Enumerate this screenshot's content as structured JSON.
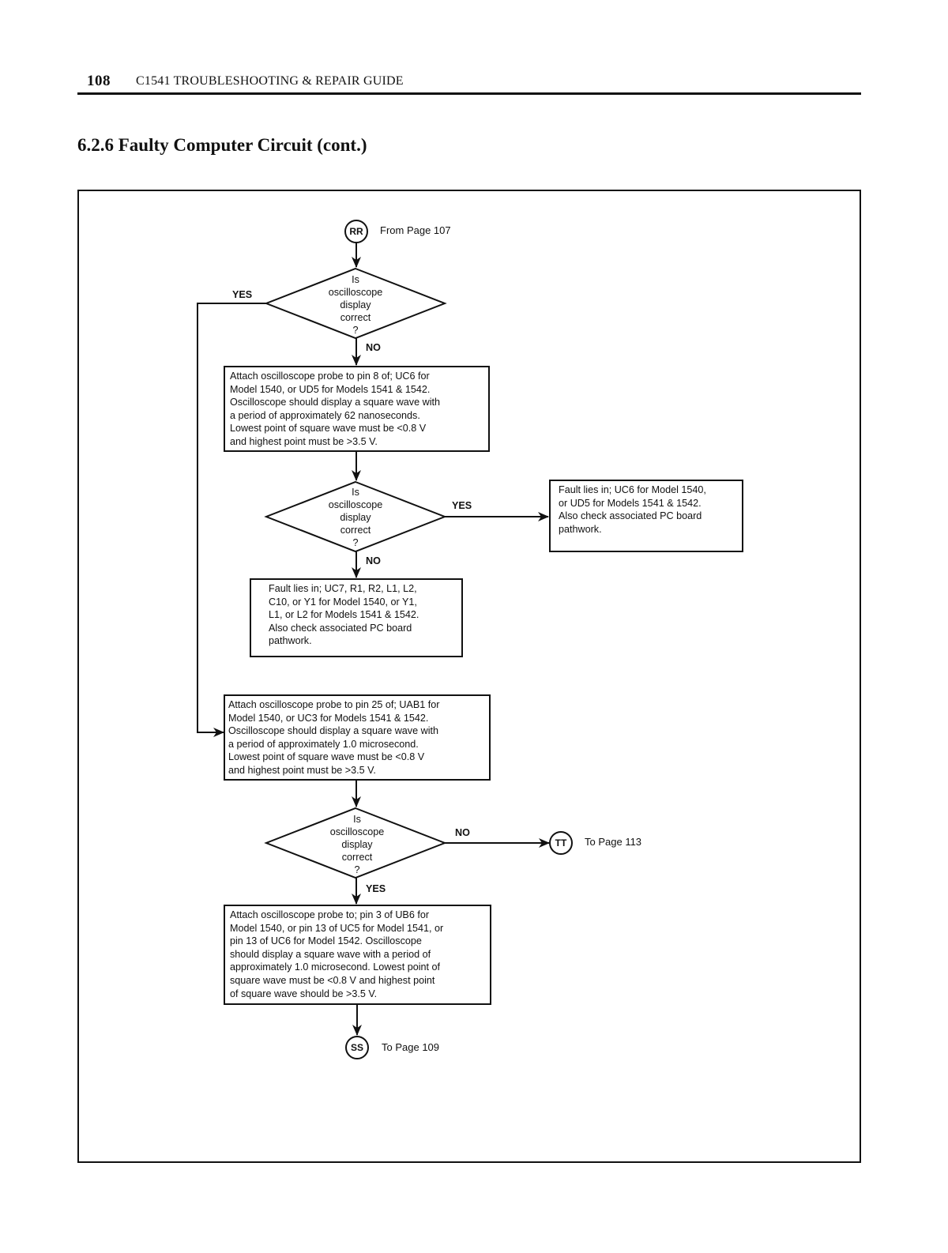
{
  "header": {
    "page_number": "108",
    "book_title": "C1541 TROUBLESHOOTING & REPAIR GUIDE"
  },
  "section_title": "6.2.6  Faulty Computer Circuit (cont.)",
  "connectors": {
    "start": {
      "label": "RR",
      "text": "From Page 107"
    },
    "to_page_113": {
      "label": "TT",
      "text": "To Page 113"
    },
    "to_page_109": {
      "label": "SS",
      "text": "To Page 109"
    }
  },
  "decisions": {
    "d1": "Is\noscilloscope\ndisplay\ncorrect\n?",
    "d2": "Is\noscilloscope\ndisplay\ncorrect\n?",
    "d3": "Is\noscilloscope\ndisplay\ncorrect\n?"
  },
  "edge_labels": {
    "d1_yes": "YES",
    "d1_no": "NO",
    "d2_yes": "YES",
    "d2_no": "NO",
    "d3_no": "NO",
    "d3_yes": "YES"
  },
  "steps": {
    "step1": "Attach oscilloscope probe to pin 8 of; UC6 for\nModel 1540, or UD5 for Models 1541 & 1542.\nOscilloscope should display a square wave with\na period of approximately 62 nanoseconds.\nLowest point of square wave must be <0.8 V\nand highest point must be >3.5 V.",
    "fault_uc6": "Fault lies in; UC6 for Model 1540,\nor UD5 for Models 1541 & 1542.\nAlso check associated PC board\npathwork.",
    "fault_uc7": "Fault lies in; UC7, R1, R2, L1, L2,\nC10, or Y1 for Model 1540, or Y1,\nL1, or L2 for Models 1541 & 1542.\nAlso check associated PC board\npathwork.",
    "step2": "Attach oscilloscope probe to pin 25 of; UAB1 for\nModel 1540, or UC3 for Models 1541 &  1542.\nOscilloscope should display a square wave with\na period of approximately 1.0 microsecond.\nLowest point of square wave must be <0.8 V\nand highest point  must be >3.5 V.",
    "step3": "Attach oscilloscope probe to; pin 3 of UB6 for\nModel 1540, or pin 13 of UC5 for Model 1541, or\npin 13 of UC6 for Model 1542. Oscilloscope\nshould display a square wave with a period of\napproximately 1.0 microsecond. Lowest point of\nsquare wave  must be <0.8 V and highest point\nof square wave should be  >3.5 V."
  }
}
